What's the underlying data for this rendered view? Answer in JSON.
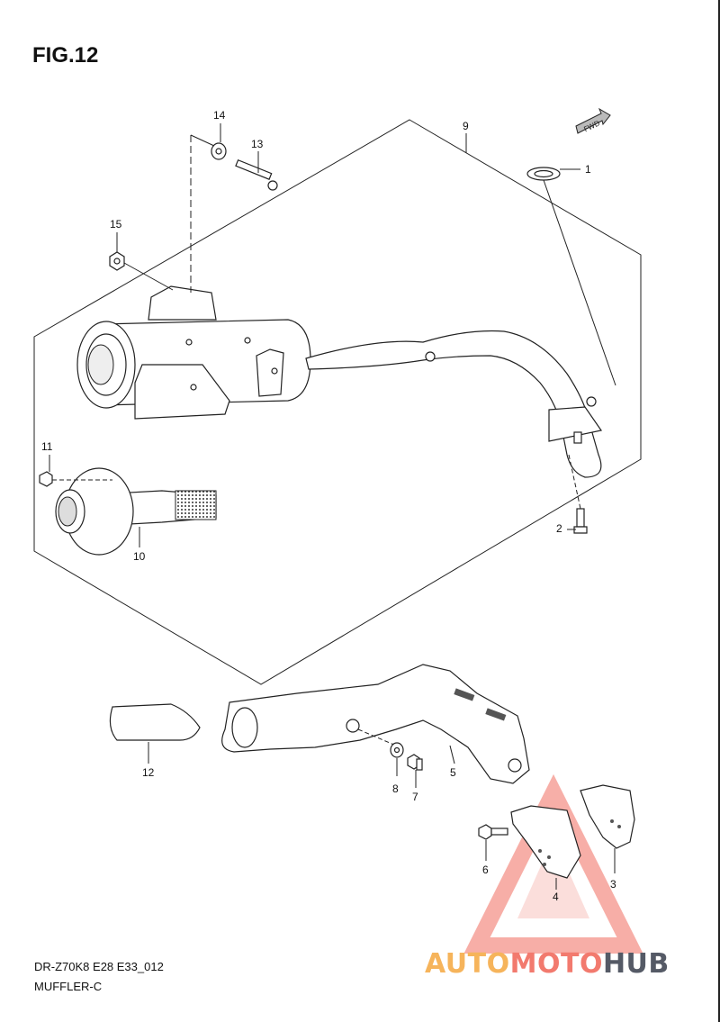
{
  "figure": {
    "title": "FIG.12",
    "code": "DR-Z70K8 E28 E33_012",
    "name": "MUFFLER-C"
  },
  "direction_tag": "FWD",
  "callouts": {
    "c1": "1",
    "c2": "2",
    "c3": "3",
    "c4": "4",
    "c5": "5",
    "c6": "6",
    "c7": "7",
    "c8": "8",
    "c9": "9",
    "c10": "10",
    "c11": "11",
    "c12": "12",
    "c13": "13",
    "c14": "14",
    "c15": "15"
  },
  "watermark": {
    "part1": "AUTO",
    "part2": "MOTO",
    "part3": "HUB",
    "color_orange": "#f6b45b",
    "color_red": "#f27a6e",
    "color_gray": "#555a66"
  }
}
